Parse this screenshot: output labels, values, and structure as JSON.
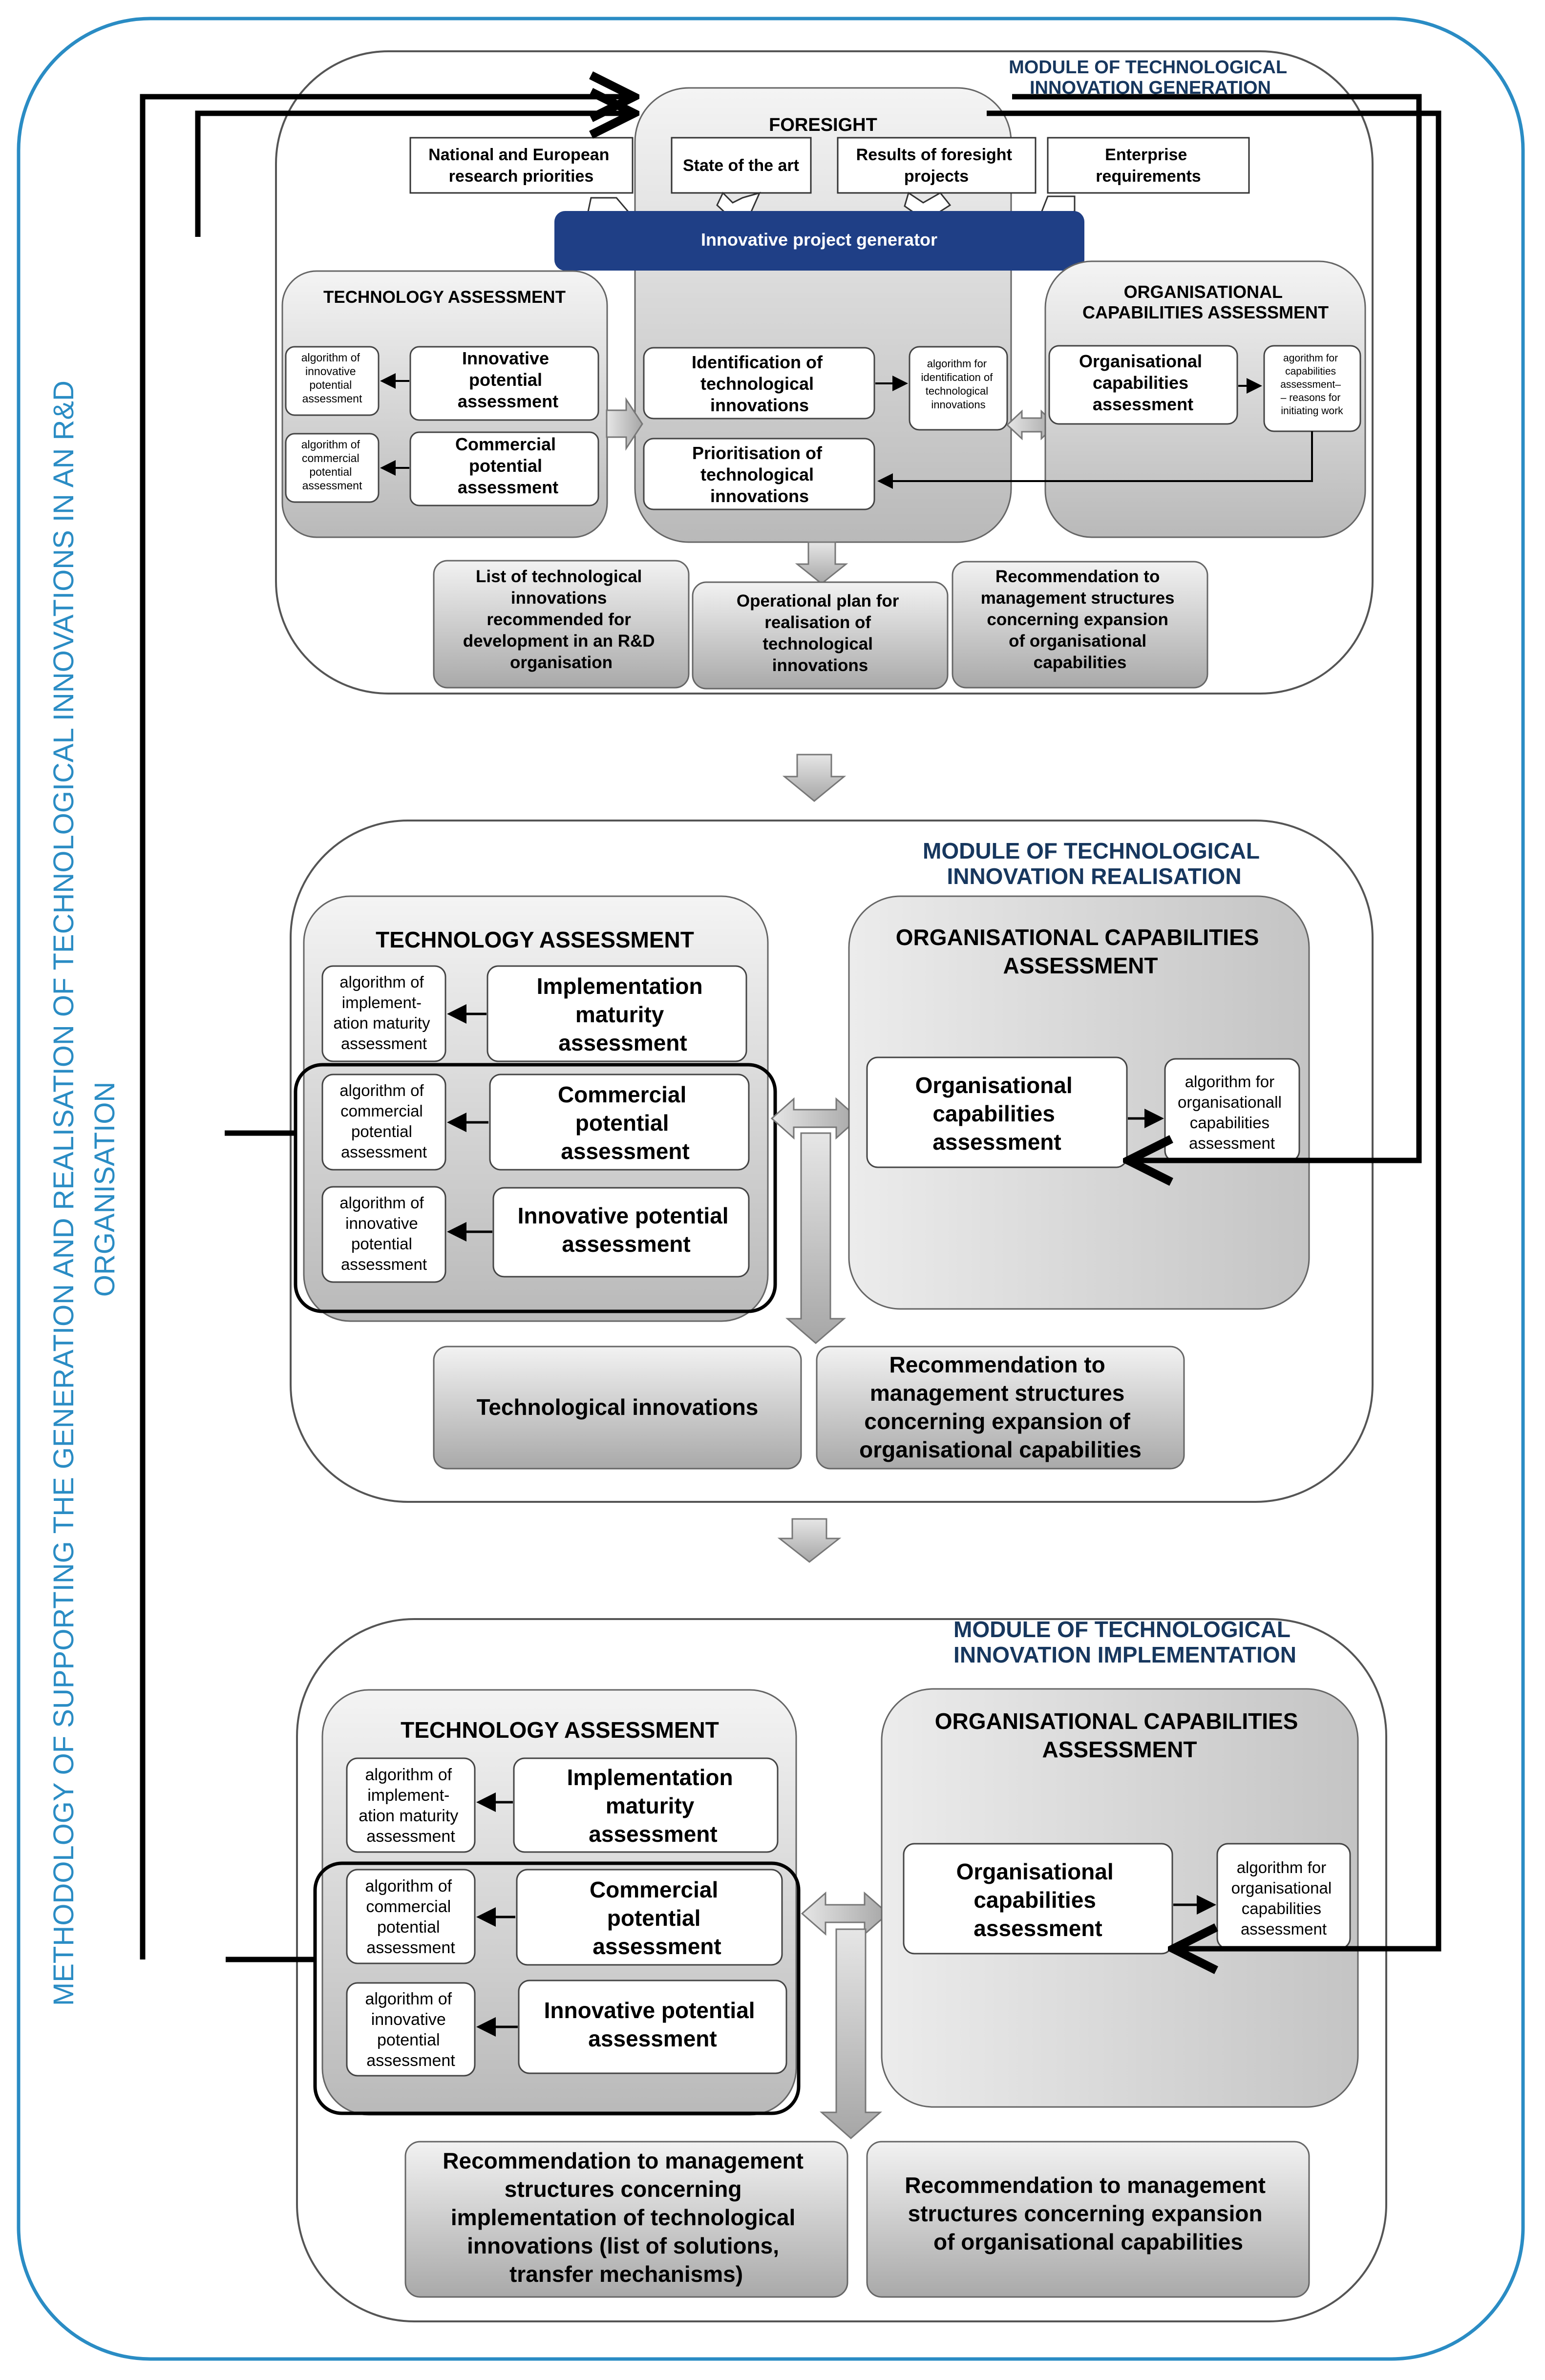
{
  "side_title_lines": [
    "METHODOLOGY OF SUPPORTING THE GENERATION AND REALISATION OF TECHNOLOGICAL INNOVATIONS IN AN R&D",
    "ORGANISATION"
  ],
  "colors": {
    "frame": "#2a8cc4",
    "side_title": "#2a8cc4",
    "module_title": "#17375e",
    "generator_fill": "#1f3f86",
    "arrow": "#000000"
  },
  "generation": {
    "title_lines": [
      "MODULE OF TECHNOLOGICAL",
      "INNOVATION GENERATION"
    ],
    "foresight_title": "FORESIGHT",
    "inputs": {
      "national": [
        "National and European",
        "research priorities"
      ],
      "state_of_art": [
        "State of the art"
      ],
      "foresight_results": [
        "Results of foresight",
        "projects"
      ],
      "enterprise": [
        "Enterprise",
        "requirements"
      ]
    },
    "generator": "Innovative project generator",
    "tech_assessment_title": "TECHNOLOGY ASSESSMENT",
    "algo_innovative": [
      "algorithm of",
      "innovative",
      "potential",
      "assessment"
    ],
    "innovative_assessment": [
      "Innovative",
      "potential",
      "assessment"
    ],
    "algo_commercial": [
      "algorithm of",
      "commercial",
      "potential",
      "assessment"
    ],
    "commercial_assessment": [
      "Commercial",
      "potential",
      "assessment"
    ],
    "identification": [
      "Identification of",
      "technological",
      "innovations"
    ],
    "algo_identification": [
      "algorithm for",
      "identification of",
      "technological",
      "innovations"
    ],
    "prioritisation": [
      "Prioritisation of",
      "technological",
      "innovations"
    ],
    "org_title": [
      "ORGANISATIONAL",
      "CAPABILITIES ASSESSMENT"
    ],
    "org_assessment": [
      "Organisational",
      "capabilities",
      "assessment"
    ],
    "algo_org": [
      "agorithm for",
      "capabilities",
      "assessment–",
      "– reasons for",
      "initiating work"
    ],
    "outputs": {
      "list": [
        "List of technological",
        "innovations",
        "recommended for",
        "development in an R&D",
        "organisation"
      ],
      "plan": [
        "Operational plan for",
        "realisation of",
        "technological",
        "innovations"
      ],
      "recommendation": [
        "Recommendation to",
        "management structures",
        "concerning expansion",
        "of organisational",
        "capabilities"
      ]
    }
  },
  "realisation": {
    "title_lines": [
      "MODULE OF TECHNOLOGICAL",
      "INNOVATION REALISATION"
    ],
    "tech_assessment_title": "TECHNOLOGY ASSESSMENT",
    "algo_maturity": [
      "algorithm of",
      "implement-",
      "ation maturity",
      "assessment"
    ],
    "maturity_assessment": [
      "Implementation",
      "maturity",
      "assessment"
    ],
    "algo_commercial": [
      "algorithm of",
      "commercial",
      "potential",
      "assessment"
    ],
    "commercial_assessment": [
      "Commercial",
      "potential",
      "assessment"
    ],
    "algo_innovative": [
      "algorithm of",
      "innovative",
      "potential",
      "assessment"
    ],
    "innovative_assessment": [
      "Innovative potential",
      "assessment"
    ],
    "org_title": [
      "ORGANISATIONAL CAPABILITIES",
      "ASSESSMENT"
    ],
    "org_assessment": [
      "Organisational",
      "capabilities",
      "assessment"
    ],
    "algo_org": [
      "algorithm for",
      "organisationall",
      "capabilities",
      "assessment"
    ],
    "outputs": {
      "innovations": [
        "Technological innovations"
      ],
      "recommendation": [
        "Recommendation to",
        "management structures",
        "concerning expansion of",
        "organisational capabilities"
      ]
    }
  },
  "implementation": {
    "title_lines": [
      "MODULE OF TECHNOLOGICAL",
      "INNOVATION IMPLEMENTATION"
    ],
    "tech_assessment_title": "TECHNOLOGY ASSESSMENT",
    "algo_maturity": [
      "algorithm of",
      "implement-",
      "ation maturity",
      "assessment"
    ],
    "maturity_assessment": [
      "Implementation",
      "maturity",
      "assessment"
    ],
    "algo_commercial": [
      "algorithm of",
      "commercial",
      "potential",
      "assessment"
    ],
    "commercial_assessment": [
      "Commercial",
      "potential",
      "assessment"
    ],
    "algo_innovative": [
      "algorithm of",
      "innovative",
      "potential",
      "assessment"
    ],
    "innovative_assessment": [
      "Innovative potential",
      "assessment"
    ],
    "org_title": [
      "ORGANISATIONAL CAPABILITIES",
      "ASSESSMENT"
    ],
    "org_assessment": [
      "Organisational",
      "capabilities",
      "assessment"
    ],
    "algo_org": [
      "algorithm for",
      "organisational",
      "capabilities",
      "assessment"
    ],
    "outputs": {
      "solutions": [
        "Recommendation to management",
        "structures concerning",
        "implementation of technological",
        "innovations  (list of solutions,",
        "transfer mechanisms)"
      ],
      "recommendation": [
        "Recommendation to management",
        "structures concerning expansion",
        "of organisational capabilities"
      ]
    }
  }
}
